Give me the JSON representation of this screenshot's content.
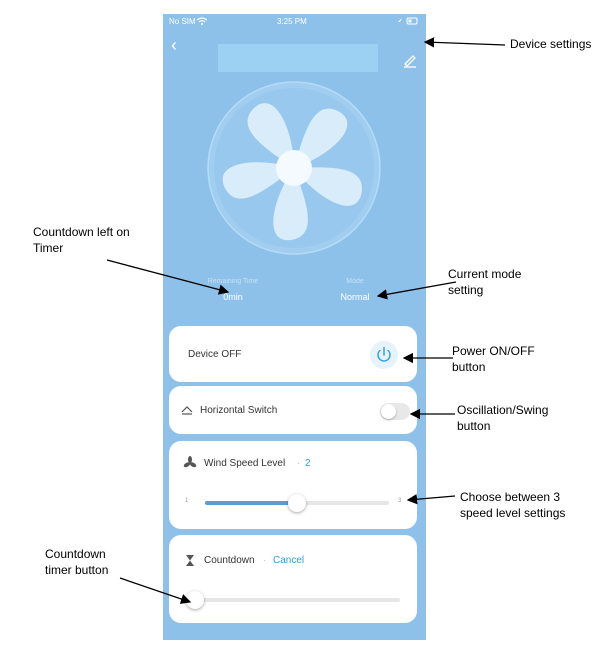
{
  "status": {
    "carrier": "No SIM",
    "time": "3:25 PM"
  },
  "info": {
    "remaining_label": "Remaining Time",
    "remaining_value": "0min",
    "mode_label": "Mode",
    "mode_value": "Normal"
  },
  "power": {
    "label": "Device OFF"
  },
  "horizontal": {
    "label": "Horizontal Switch"
  },
  "wind": {
    "label": "Wind Speed Level",
    "sep": "·",
    "value": "2",
    "min": "1",
    "max": "3",
    "level_fraction": 0.5
  },
  "countdown": {
    "label": "Countdown",
    "sep": "·",
    "cancel": "Cancel",
    "fraction": 0
  },
  "colors": {
    "background": "#8ec1ea",
    "accent": "#5b9bd6",
    "link": "#2a9fe0"
  },
  "annotations": {
    "device_settings": "Device settings",
    "countdown_left_1": "Countdown left on",
    "countdown_left_2": "Timer",
    "current_mode_1": "Current mode",
    "current_mode_2": "setting",
    "power_1": "Power ON/OFF",
    "power_2": "button",
    "oscillation_1": "Oscillation/Swing",
    "oscillation_2": "button",
    "speed_1": "Choose between 3",
    "speed_2": "speed level settings",
    "timer_btn_1": "Countdown",
    "timer_btn_2": "timer button"
  }
}
